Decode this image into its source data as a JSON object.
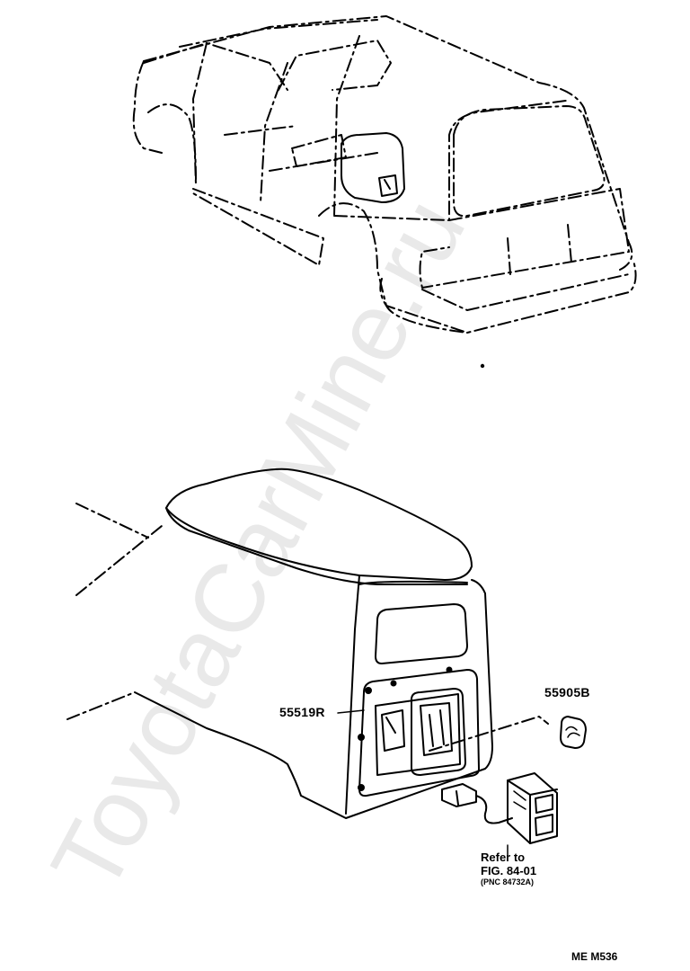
{
  "labels": {
    "part_55519R": "55519R",
    "part_55905B": "55905B",
    "refer_line1": "Refer to",
    "refer_line2": "FIG. 84-01",
    "refer_line3": "(PNC 84732A)",
    "figure_code": "ME M536"
  },
  "watermark": "ToyotaCarMine.ru",
  "colors": {
    "ink": "#000000",
    "background": "#ffffff",
    "watermark": "#e6e6e6"
  }
}
